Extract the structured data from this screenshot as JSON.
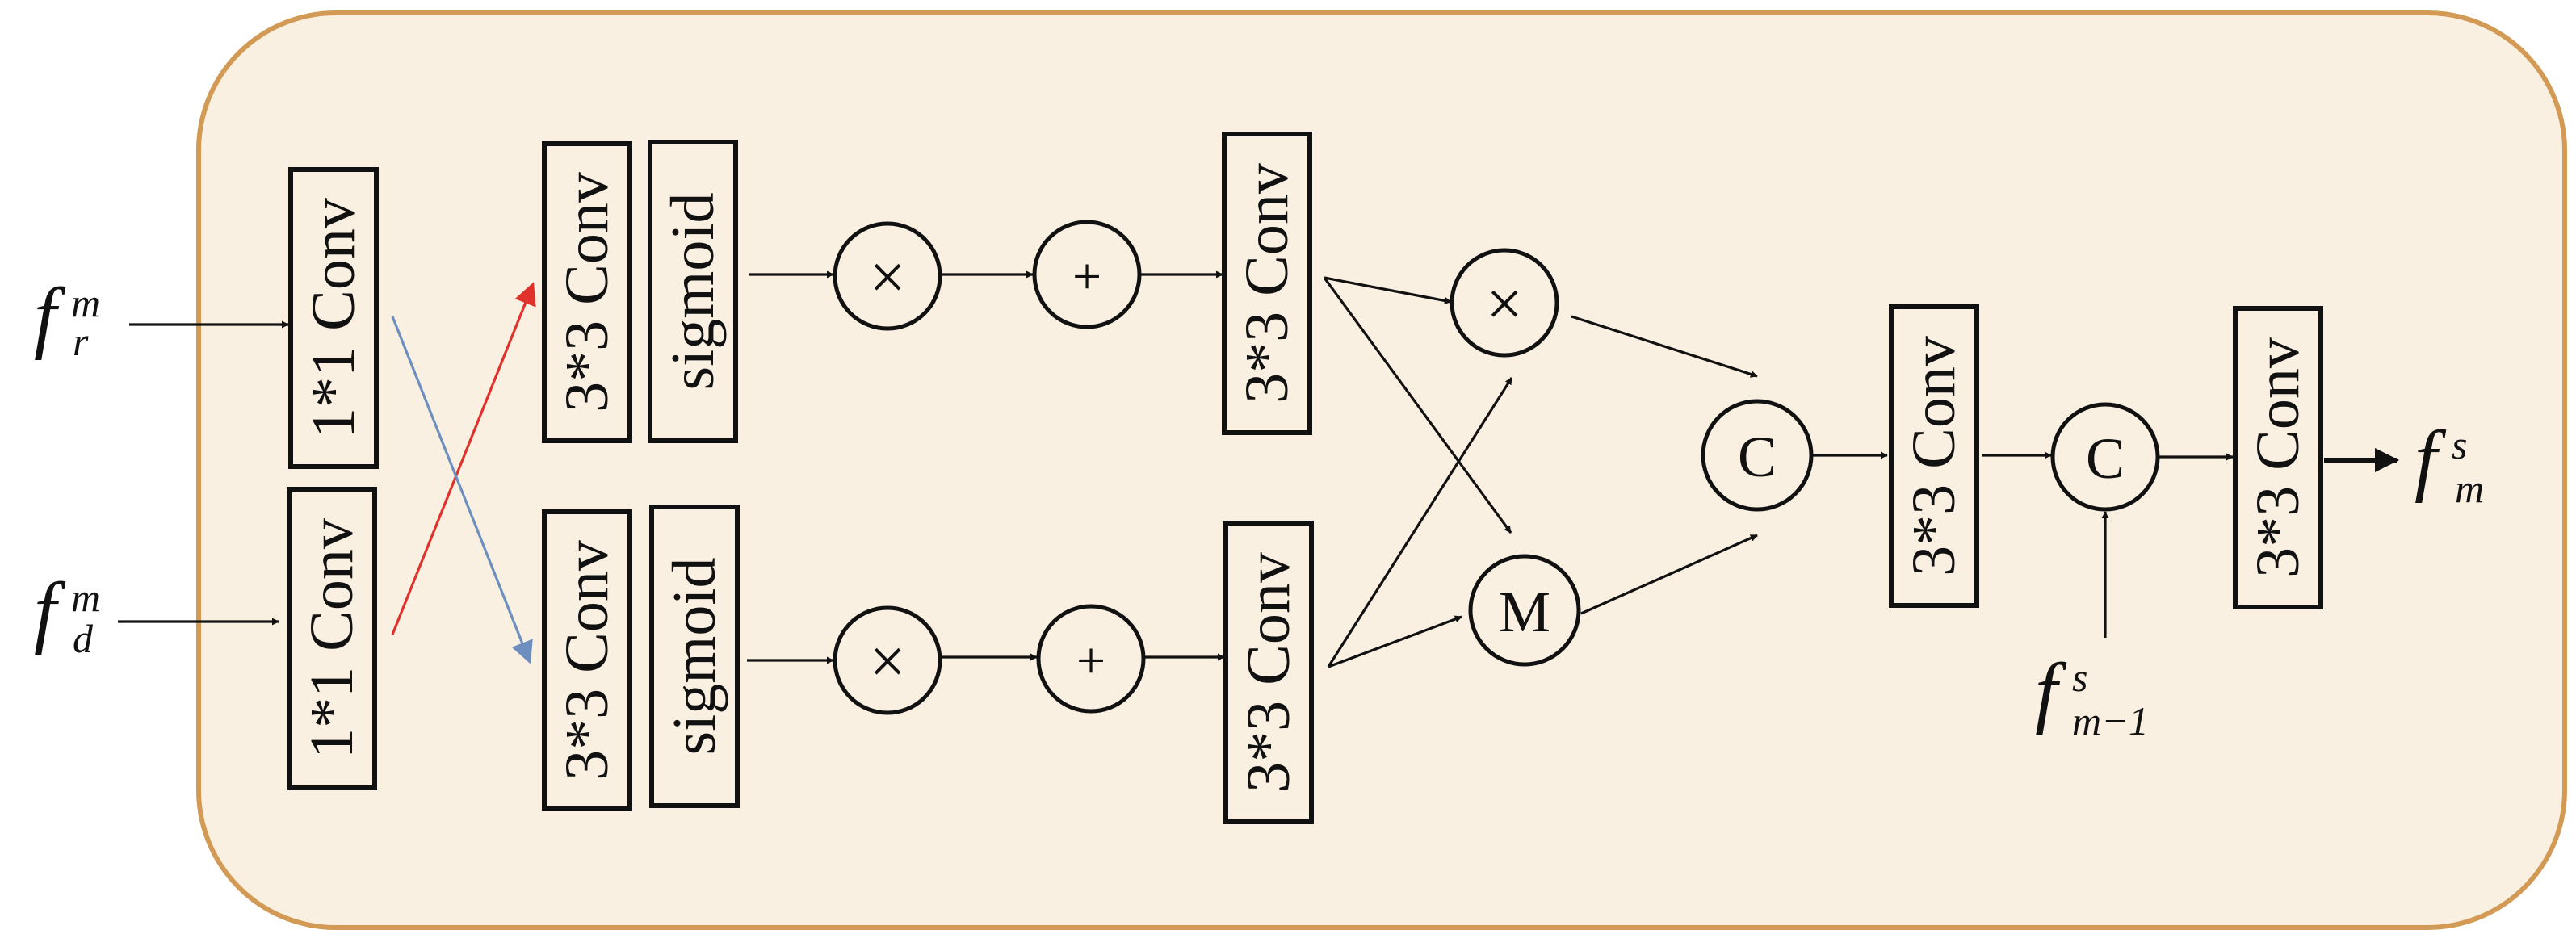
{
  "diagram": {
    "blocks": {
      "conv1_top": "1*1 Conv",
      "conv1_bottom": "1*1 Conv",
      "conv3_top_a": "3*3 Conv",
      "sigmoid_top": "sigmoid",
      "conv3_bottom_a": "3*3 Conv",
      "sigmoid_bottom": "sigmoid",
      "conv3_top_b": "3*3 Conv",
      "conv3_bottom_b": "3*3 Conv",
      "conv3_fuse": "3*3 Conv",
      "conv3_out": "3*3 Conv"
    },
    "ops": {
      "mul_top": "×",
      "add_top": "+",
      "mul_bottom": "×",
      "add_bottom": "+",
      "mul_mid": "×",
      "max_mid": "M",
      "concat_1": "C",
      "concat_2": "C"
    },
    "inputs": {
      "rgb": {
        "base": "f",
        "sup": "m",
        "sub": "r"
      },
      "depth": {
        "base": "f",
        "sup": "m",
        "sub": "d"
      },
      "prev": {
        "base": "f",
        "sup": "s",
        "sub": "m−1"
      }
    },
    "output": {
      "base": "f",
      "sup": "s",
      "sub": "m"
    }
  },
  "colors": {
    "panel_fill": "#faf0e1",
    "panel_border": "#d39a55",
    "stroke": "#111111",
    "cross_red": "#e0322b",
    "cross_blue": "#6d8fc0"
  }
}
